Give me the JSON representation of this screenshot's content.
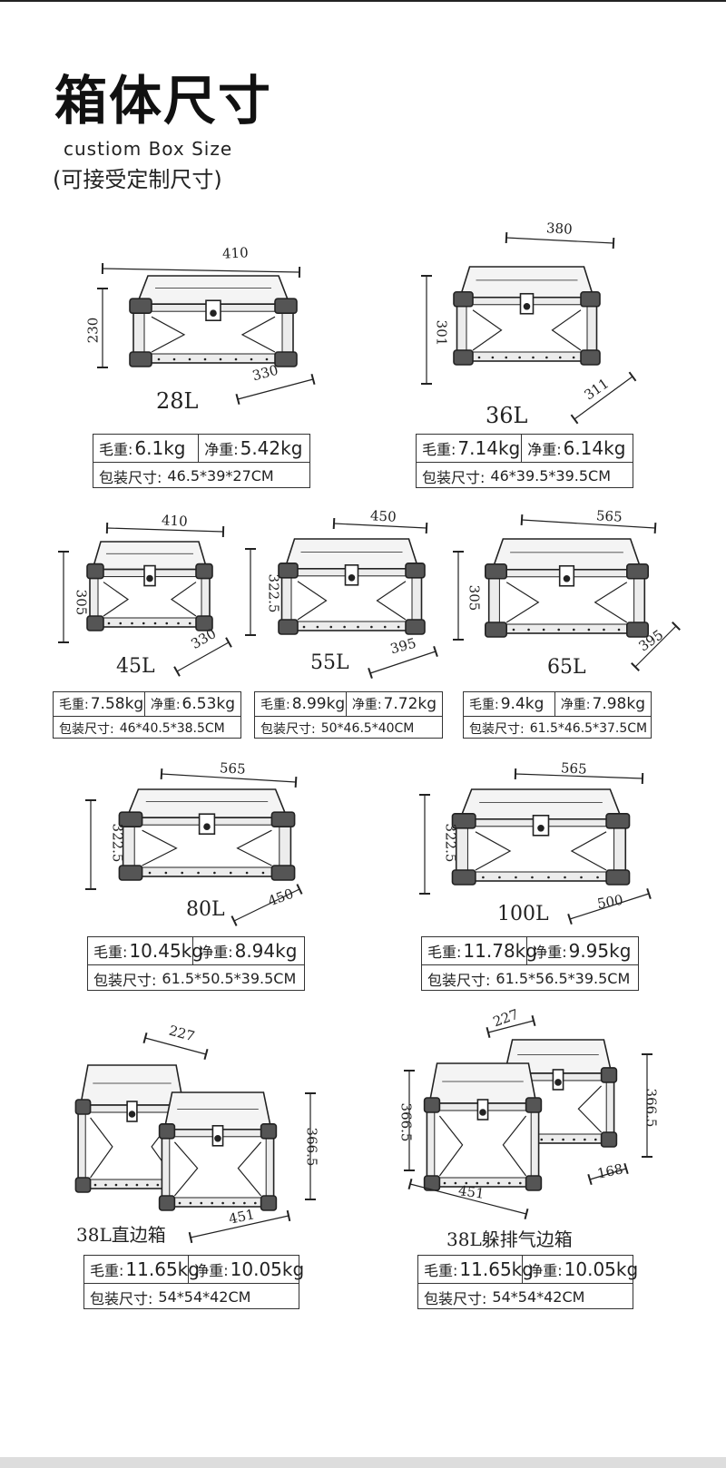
{
  "header": {
    "title": "箱体尺寸",
    "subtitle_en": "custiom Box Size",
    "subtitle_cn": "(可接受定制尺寸)"
  },
  "labels": {
    "gross": "毛重:",
    "net": "净重:",
    "package": "包装尺寸:"
  },
  "products": [
    {
      "volume": "28L",
      "dims": [
        "410",
        "230",
        "330"
      ],
      "gross": "6.1kg",
      "net": "5.42kg",
      "package": "46.5*39*27CM"
    },
    {
      "volume": "36L",
      "dims": [
        "380",
        "301",
        "311"
      ],
      "gross": "7.14kg",
      "net": "6.14kg",
      "package": "46*39.5*39.5CM"
    },
    {
      "volume": "45L",
      "dims": [
        "410",
        "305",
        "330"
      ],
      "gross": "7.58kg",
      "net": "6.53kg",
      "package": "46*40.5*38.5CM"
    },
    {
      "volume": "55L",
      "dims": [
        "450",
        "322.5",
        "395"
      ],
      "gross": "8.99kg",
      "net": "7.72kg",
      "package": "50*46.5*40CM"
    },
    {
      "volume": "65L",
      "dims": [
        "565",
        "305",
        "395"
      ],
      "gross": "9.4kg",
      "net": "7.98kg",
      "package": "61.5*46.5*37.5CM"
    },
    {
      "volume": "80L",
      "dims": [
        "565",
        "322.5",
        "450"
      ],
      "gross": "10.45kg",
      "net": "8.94kg",
      "package": "61.5*50.5*39.5CM"
    },
    {
      "volume": "100L",
      "dims": [
        "565",
        "322.5",
        "500"
      ],
      "gross": "11.78kg",
      "net": "9.95kg",
      "package": "61.5*56.5*39.5CM"
    },
    {
      "volume": "38L直边箱",
      "dims": [
        "227",
        "366.5",
        "451"
      ],
      "gross": "11.65kg",
      "net": "10.05kg",
      "package": "54*54*42CM"
    },
    {
      "volume": "38L躲排气边箱",
      "dims": [
        "227",
        "366.5",
        "451",
        "366.5",
        "168"
      ],
      "gross": "11.65kg",
      "net": "10.05kg",
      "package": "54*54*42CM"
    }
  ]
}
